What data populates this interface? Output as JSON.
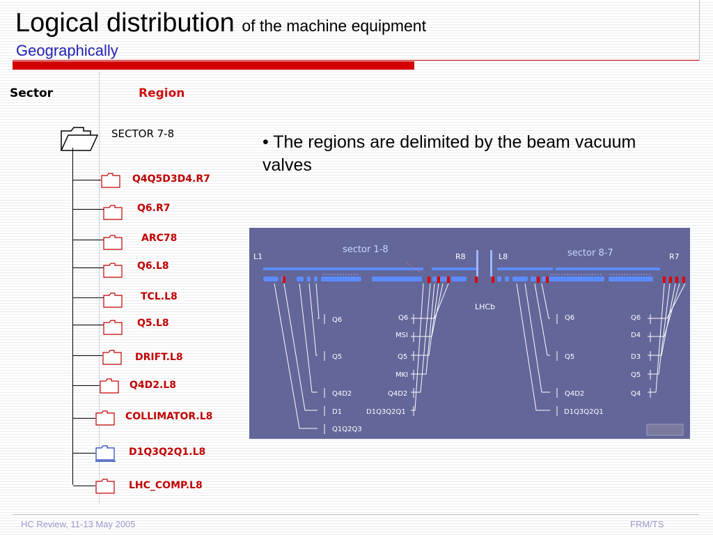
{
  "title": {
    "main": "Logical distribution",
    "sub": "of the machine equipment",
    "subtitle": "Geographically"
  },
  "columns": {
    "sector": "Sector",
    "region": "Region"
  },
  "tree": {
    "root": {
      "label": "SECTOR 7-8",
      "icon": "folder-open-icon"
    },
    "items": [
      {
        "label": "Q4Q5D3D4.R7",
        "icon": "folder-icon"
      },
      {
        "label": "Q6.R7",
        "icon": "folder-icon"
      },
      {
        "label": "ARC78",
        "icon": "folder-icon"
      },
      {
        "label": "Q6.L8",
        "icon": "folder-icon"
      },
      {
        "label": "TCL.L8",
        "icon": "folder-icon"
      },
      {
        "label": "Q5.L8",
        "icon": "folder-icon"
      },
      {
        "label": "DRIFT.L8",
        "icon": "folder-icon"
      },
      {
        "label": "Q4D2.L8",
        "icon": "folder-icon"
      },
      {
        "label": "COLLIMATOR.L8",
        "icon": "folder-icon"
      },
      {
        "label": "D1Q3Q2Q1.L8",
        "icon": "folder-icon"
      },
      {
        "label": "LHC_COMP.L8",
        "icon": "folder-icon"
      }
    ]
  },
  "bullet": "• The regions are delimited by the beam vacuum valves",
  "diagram": {
    "background": "#636699",
    "ends": [
      "L1",
      "R8",
      "L8",
      "R7"
    ],
    "sectors": [
      "sector 1-8",
      "sector 8-7"
    ],
    "lhcb": "LHCb",
    "labels_left": [
      "Q6",
      "Q5",
      "Q4D2",
      "D1",
      "Q1Q2Q3"
    ],
    "labels_mid": [
      "Q6",
      "MSI",
      "Q5",
      "MKI",
      "Q4D2",
      "D1Q3Q2Q1"
    ],
    "labels_right_a": [
      "Q6",
      "Q5",
      "Q4D2",
      "D1Q3Q2Q1"
    ],
    "labels_right_b": [
      "Q6",
      "D4",
      "D3",
      "Q5",
      "Q4"
    ]
  },
  "footer": {
    "left": "HC Review, 11-13 May 2005",
    "right": "FRM/TS"
  },
  "colors": {
    "accent_red": "#d40000",
    "region_text": "#c00000",
    "subtitle_blue": "#1f1fb4",
    "beam_blue": "#5b8cff",
    "valve_red": "#e00000"
  }
}
